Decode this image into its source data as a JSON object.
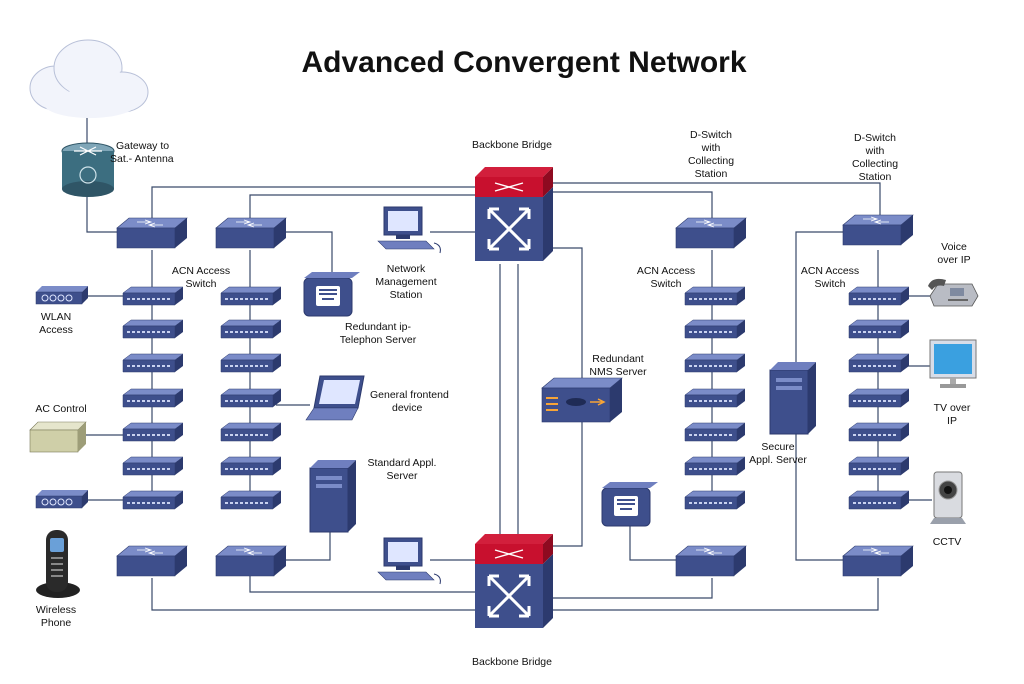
{
  "title": "Advanced Convergent Network",
  "labels": {
    "gateway": [
      "Gateway to",
      "Sat.- Antenna"
    ],
    "backbone_top": "Backbone Bridge",
    "backbone_bottom": "Backbone Bridge",
    "dswitch_1": [
      "D-Switch",
      "with",
      "Collecting",
      "Station"
    ],
    "dswitch_2": [
      "D-Switch",
      "with",
      "Collecting",
      "Station"
    ],
    "acn_left": [
      "ACN Access",
      "Switch"
    ],
    "acn_mid": [
      "ACN Access",
      "Switch"
    ],
    "acn_right": [
      "ACN Access",
      "Switch"
    ],
    "nms_station": [
      "Network",
      "Management",
      "Station"
    ],
    "telephon_server": [
      "Redundant ip-",
      "Telephon Server"
    ],
    "frontend": [
      "General frontend",
      "device"
    ],
    "appl_server": [
      "Standard Appl.",
      "Server"
    ],
    "nms_server": [
      "Redundant",
      "NMS Server"
    ],
    "secure_server": [
      "Secure",
      "Appl. Server"
    ],
    "wlan": [
      "WLAN",
      "Access"
    ],
    "ac_control": "AC Control",
    "wireless_phone": [
      "Wireless",
      "Phone"
    ],
    "voip": [
      "Voice",
      "over IP"
    ],
    "tv": [
      "TV over",
      "IP"
    ],
    "cctv": "CCTV"
  },
  "colors": {
    "switch_top": "#6f7fbf",
    "switch_front": "#3e4f8c",
    "switch_side": "#2c3a6e",
    "bridge_red": "#c8102e",
    "wire": "#3a4a6a"
  },
  "icons": [
    "cloud-icon",
    "router-icon",
    "switch-icon",
    "bridge-icon",
    "computer-icon",
    "laptop-icon",
    "server-icon",
    "phone-icon",
    "monitor-icon",
    "camera-icon",
    "access-point-icon",
    "controller-box-icon"
  ]
}
